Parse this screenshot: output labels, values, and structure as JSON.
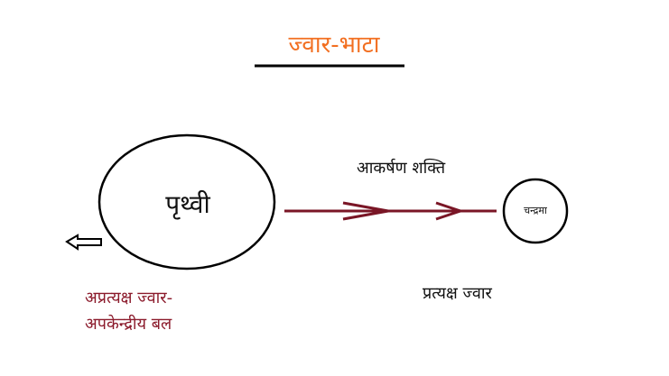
{
  "title": "ज्वार-भाटा",
  "labels": {
    "earth": "पृथ्वी",
    "moon": "चन्द्रमा",
    "attraction_force": "आकर्षण शक्ति",
    "direct_tide": "प्रत्यक्ष ज्वार",
    "indirect_tide_line1": "अप्रत्यक्ष ज्वार-",
    "indirect_tide_line2": "अपकेन्द्रीय बल"
  },
  "colors": {
    "title": "#f26f21",
    "arrow": "#7a1626",
    "indirect_label": "#8b1a2b",
    "outline": "#000000"
  }
}
